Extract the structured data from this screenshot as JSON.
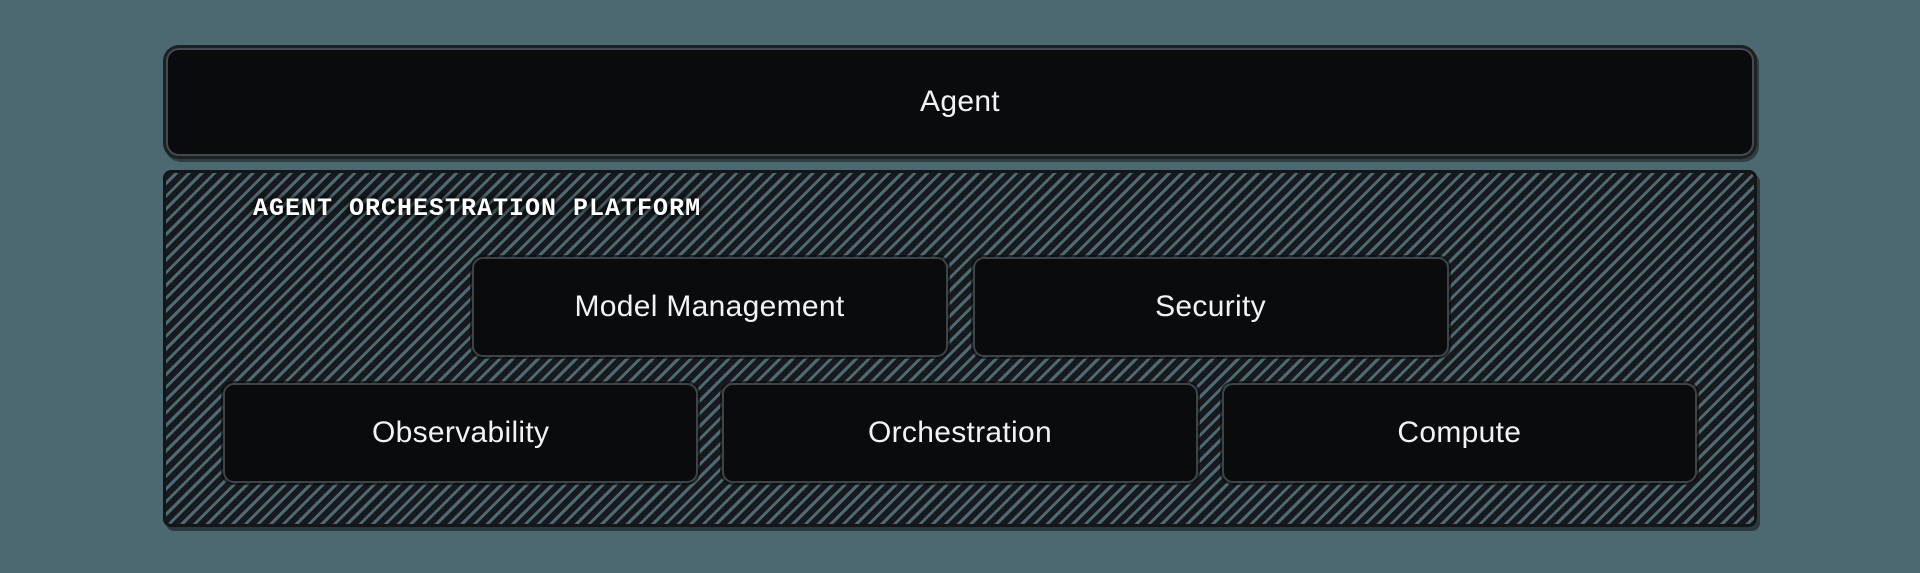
{
  "colors": {
    "page_background": "#4C6870",
    "box_fill": "#0A0B0C",
    "box_border": "#3E4347",
    "box_text": "#F2F3F4",
    "hatch_dark": "#17191C",
    "hatch_stripe": "#4E6A74"
  },
  "agent_box": {
    "label": "Agent"
  },
  "platform": {
    "label": "AGENT ORCHESTRATION PLATFORM",
    "rows": [
      {
        "boxes": [
          {
            "label": "Model Management"
          },
          {
            "label": "Security"
          }
        ]
      },
      {
        "boxes": [
          {
            "label": "Observability"
          },
          {
            "label": "Orchestration"
          },
          {
            "label": "Compute"
          }
        ]
      }
    ]
  }
}
